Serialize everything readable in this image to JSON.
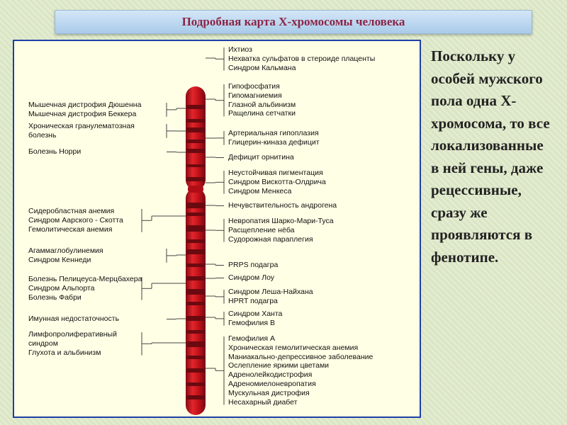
{
  "title": "Подробная карта Х-хромосомы человека",
  "side_text": "Поскольку у особей мужского пола одна Х-хромосома, то все локализованные в ней гены, даже рецессивные, сразу же проявляются в фенотипе.",
  "colors": {
    "chromosome": "#c8141c",
    "band": "#6a0a10",
    "title": "#8b2446",
    "panel_border": "#1f3fa6"
  },
  "left_groups": [
    [
      "Мышечная дистрофия Дюшенна",
      "Мышечная дистрофия Беккера"
    ],
    [
      "Хроническая гранулематозная",
      "болезнь"
    ],
    [
      "Болезнь Норри"
    ],
    [
      "Сидеробластная анемия",
      "Синдром Аарского - Скотта",
      "Гемолитическая анемия"
    ],
    [
      "Агаммаглобулинемия",
      "Синдром Кеннеди"
    ],
    [
      "Болезнь Пелицеуса-Мерцбахера",
      "Синдром Альпорта",
      "Болезнь Фабри"
    ],
    [
      "Имунная недостаточность"
    ],
    [
      "Лимфопролиферативный",
      "синдром",
      "Глухота и альбинизм"
    ]
  ],
  "right_groups": [
    [
      "Ихтиоз",
      "Нехватка сульфатов в стероиде плаценты",
      "Синдром Кальмана"
    ],
    [
      "Гипофосфатия",
      "Гипомагниемия",
      "Глазной альбинизм",
      "Ращелина сетчатки"
    ],
    [
      "Артериальная гипоплазия",
      "Глицерин-киназа дефицит"
    ],
    [
      "Дефицит орнитина"
    ],
    [
      "Неустойчивая пигментация",
      "Синдром Вискотта-Олдрича",
      "Синдром Менкеса"
    ],
    [
      "Нечувствительность андрогена"
    ],
    [
      "Невропатия Шарко-Мари-Туса",
      "Расщепление нёба",
      "Судорожная параплегия"
    ],
    [
      "PRPS подагра"
    ],
    [
      "Синдром Лоу"
    ],
    [
      "Синдром Леша-Найхана",
      "HPRT подагра"
    ],
    [
      "Синдром Ханта",
      "Гемофилия B"
    ],
    [
      "Гемофилия А",
      "Хроническая гемолитическая анемия",
      "Маниакально-депрессивное заболевание",
      "Ослепление яркими цветами",
      "Адренолейкодистрофия",
      "Адреномиелоневропатия",
      "Мускульная дистрофия",
      "Несахарный диабет"
    ]
  ]
}
